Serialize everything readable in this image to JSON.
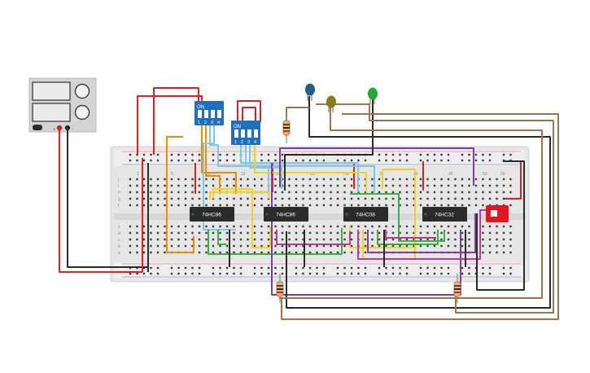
{
  "chips": [
    {
      "label": "74HC86"
    },
    {
      "label": "74HC86"
    },
    {
      "label": "74HC08"
    },
    {
      "label": "74HC32"
    }
  ],
  "dip_switches": [
    {
      "on_label": "ON",
      "numbers": [
        "1",
        "2",
        "3",
        "4"
      ]
    },
    {
      "on_label": "ON",
      "numbers": [
        "1",
        "2",
        "3",
        "4"
      ]
    }
  ],
  "breadboard": {
    "column_labels": [
      "1",
      "5",
      "10",
      "15",
      "20",
      "25",
      "30",
      "35",
      "40",
      "45",
      "50",
      "55",
      "60"
    ],
    "row_letters_top": [
      "j",
      "i",
      "h",
      "g",
      "f"
    ],
    "row_letters_bottom": [
      "e",
      "d",
      "c",
      "b",
      "a"
    ]
  },
  "leds": [
    {
      "color": "#1f5f8b"
    },
    {
      "color": "#8a7a1a"
    },
    {
      "color": "#22aa33"
    }
  ],
  "power_supply": {
    "plus_label": "+",
    "minus_label": "-"
  },
  "colors": {
    "red": "#dd1f26",
    "black": "#2a2a2a",
    "orange": "#f08c00",
    "light_blue": "#7ec8e3",
    "yellow": "#f2d21b",
    "green": "#3bb33b",
    "purple": "#7b3fa0",
    "magenta": "#c2369a",
    "brown": "#a0734a",
    "board": "#e9e9e9",
    "chip": "#2b2b2b"
  }
}
